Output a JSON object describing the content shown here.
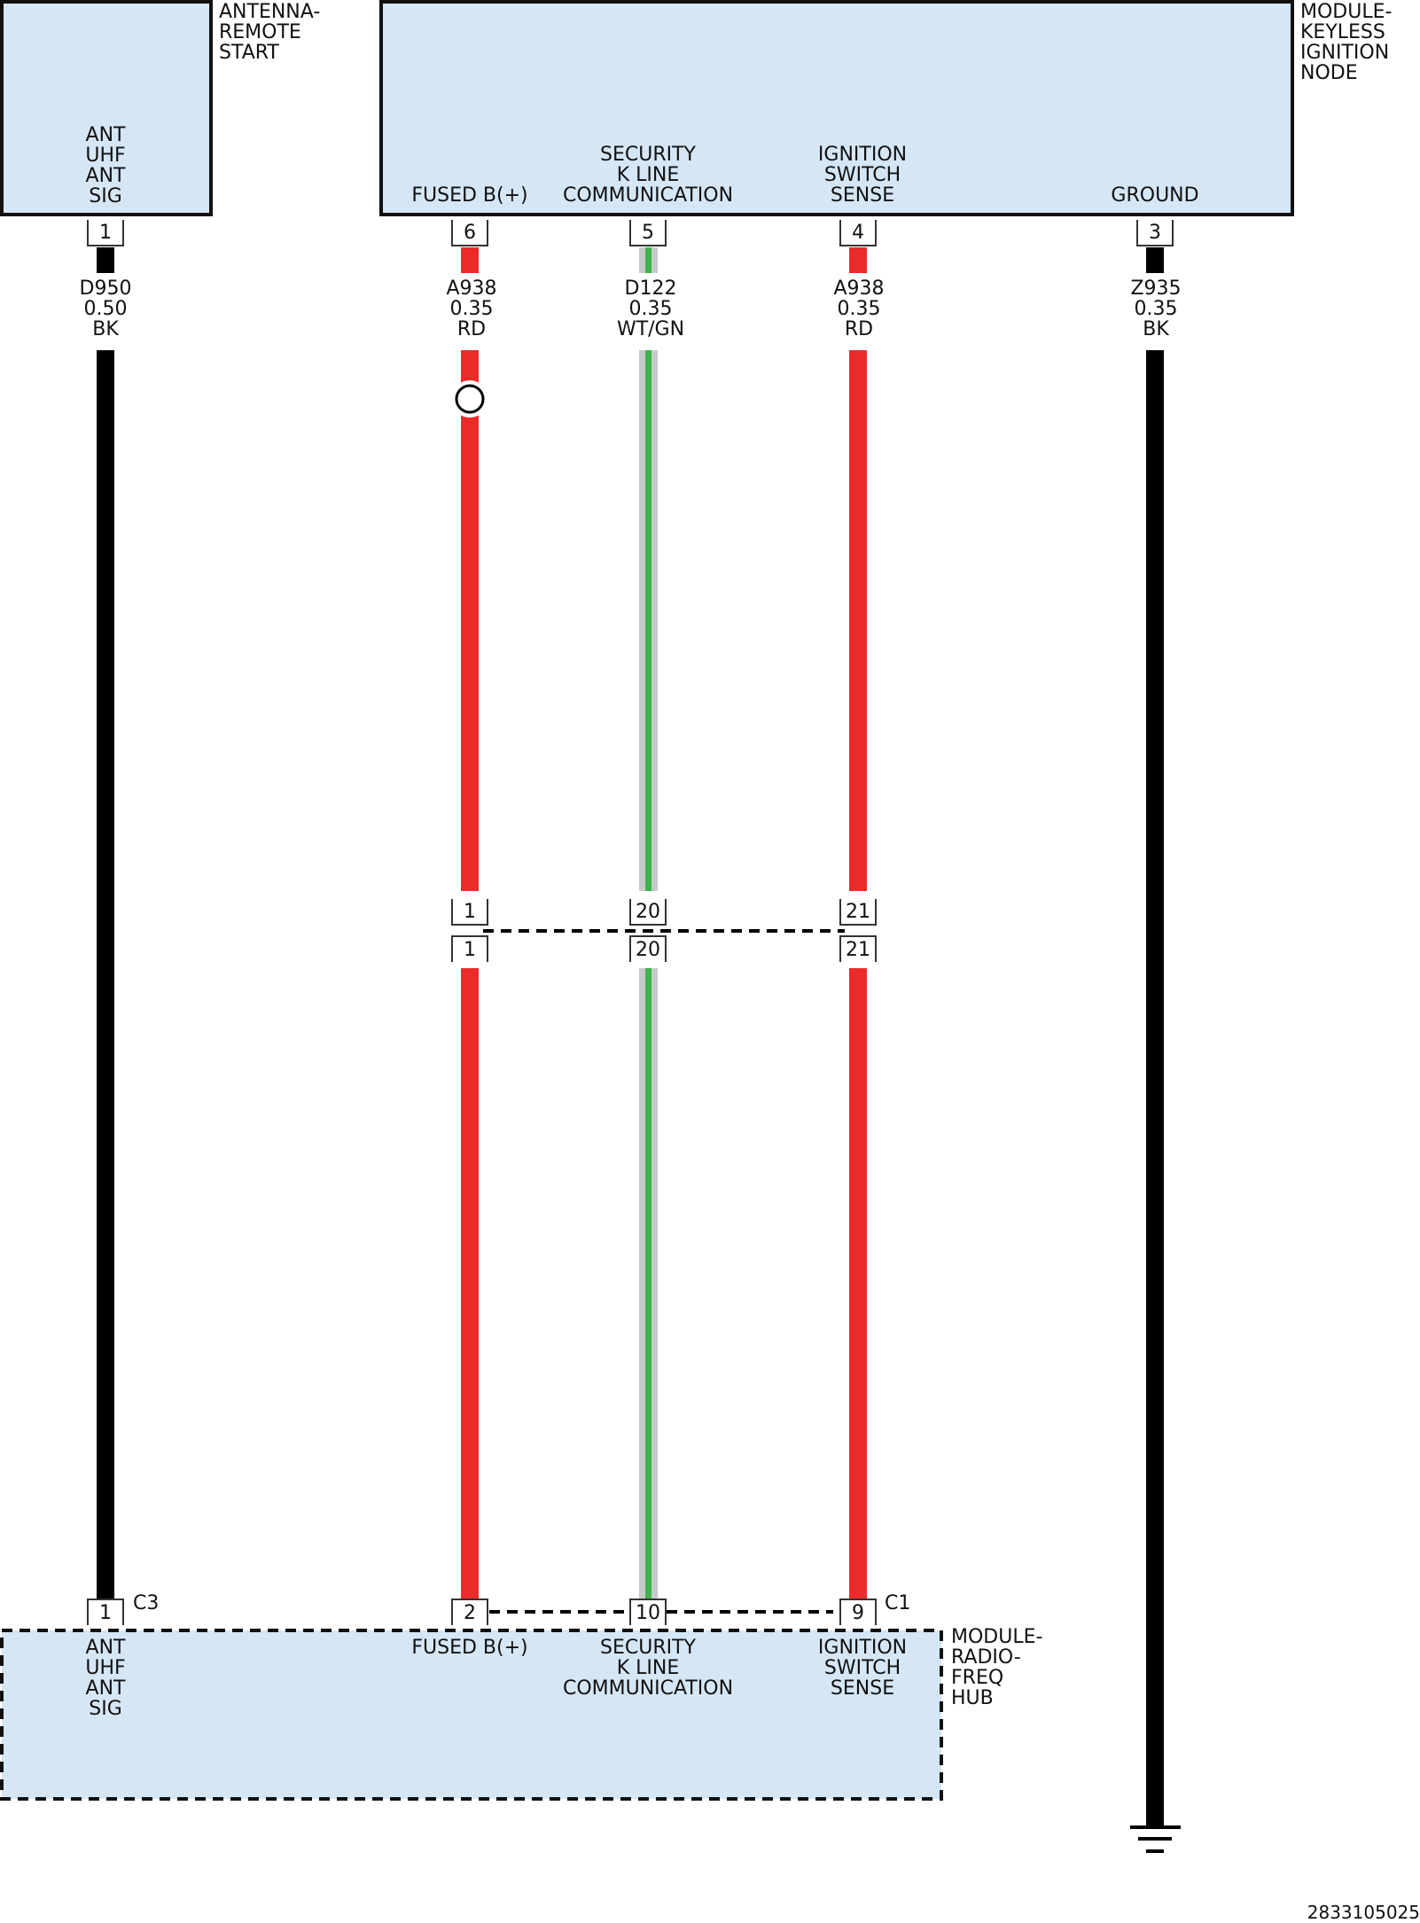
{
  "colors": {
    "module_fill": "#d5e6f5",
    "red_wire": "#ec2a2a",
    "black_wire": "#000000",
    "gray_wire": "#c8c9ca",
    "green_stripe": "#3db54a"
  },
  "components": {
    "antenna": {
      "name": "ANTENNA-\nREMOTE\nSTART",
      "pin_label": "ANT\nUHF\nANT\nSIG"
    },
    "keyless_node": {
      "name": "MODULE-\nKEYLESS\nIGNITION\nNODE",
      "pins": [
        {
          "label": "FUSED B(+)",
          "pin": "6"
        },
        {
          "label": "SECURITY\nK LINE\nCOMMUNICATION",
          "pin": "5"
        },
        {
          "label": "IGNITION\nSWITCH\nSENSE",
          "pin": "4"
        },
        {
          "label": "GROUND",
          "pin": "3"
        }
      ]
    },
    "radio_hub": {
      "name": "MODULE-\nRADIO-\nFREQ\nHUB",
      "pins": [
        {
          "label": "ANT\nUHF\nANT\nSIG",
          "pin": "1",
          "connector": "C3"
        },
        {
          "label": "FUSED B(+)",
          "pin": "2"
        },
        {
          "label": "SECURITY\nK LINE\nCOMMUNICATION",
          "pin": "10"
        },
        {
          "label": "IGNITION\nSWITCH\nSENSE",
          "pin": "9",
          "connector": "C1"
        }
      ]
    }
  },
  "antenna_pin": "1",
  "wires": [
    {
      "circuit": "D950",
      "gauge": "0.50",
      "color": "BK"
    },
    {
      "circuit": "A938",
      "gauge": "0.35",
      "color": "RD"
    },
    {
      "circuit": "D122",
      "gauge": "0.35",
      "color": "WT/GN"
    },
    {
      "circuit": "A938",
      "gauge": "0.35",
      "color": "RD"
    },
    {
      "circuit": "Z935",
      "gauge": "0.35",
      "color": "BK"
    }
  ],
  "inline_connector": {
    "upper_pins": [
      "1",
      "20",
      "21"
    ],
    "lower_pins": [
      "1",
      "20",
      "21"
    ]
  },
  "diagram_id": "2833105025"
}
